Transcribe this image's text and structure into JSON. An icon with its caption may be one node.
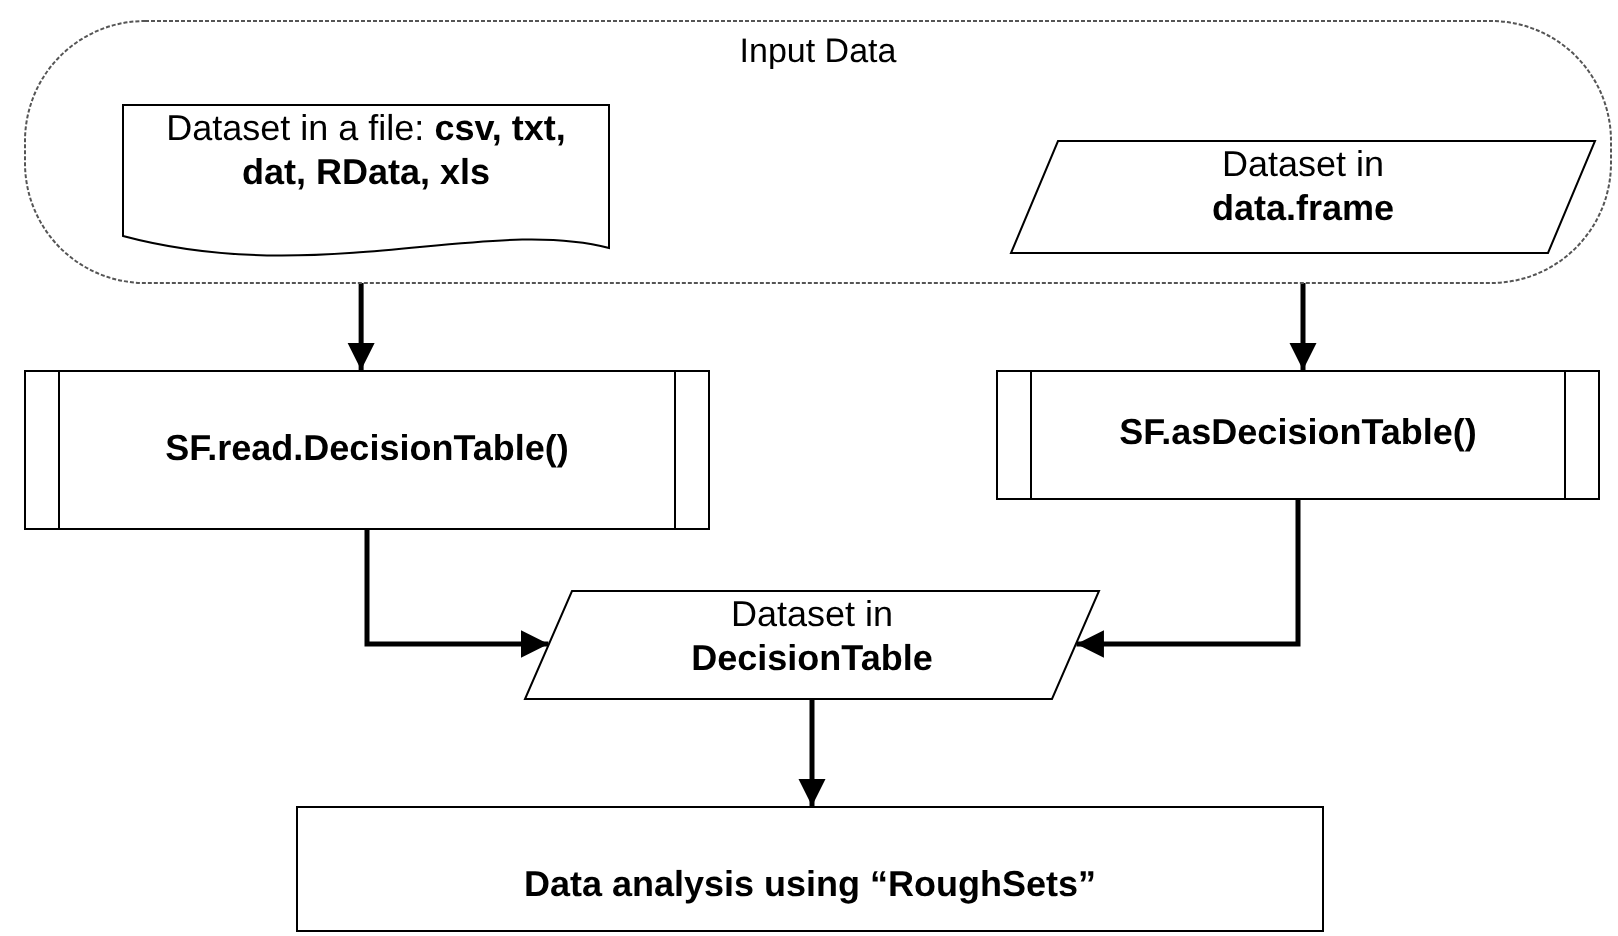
{
  "diagram": {
    "nodes": [
      {
        "text": [
          "Input Data"
        ]
      },
      {
        "text": [
          "Dataset in a file: **csv, txt, dat, RData, xls**"
        ],
        "in": 0
      },
      {
        "text": [
          "Dataset in **data.frame**"
        ],
        "in": 0
      },
      {
        "text": [
          "SF.read.DecisionTable()"
        ]
      },
      {
        "text": [
          "SF.asDecisionTable()"
        ]
      },
      {
        "text": [
          "Dataset in **DecisionTable**"
        ]
      },
      {
        "text": [
          "Data analysis using “RoughSets”"
        ]
      }
    ],
    "edges": [
      {
        "from": 1,
        "to": 3,
        "arrow": "to"
      },
      {
        "from": 2,
        "to": 4,
        "arrow": "to"
      },
      {
        "from": 3,
        "to": 5,
        "arrow": "to"
      },
      {
        "from": 4,
        "to": 5,
        "arrow": "to"
      },
      {
        "from": 5,
        "to": 6,
        "arrow": "to"
      }
    ]
  }
}
